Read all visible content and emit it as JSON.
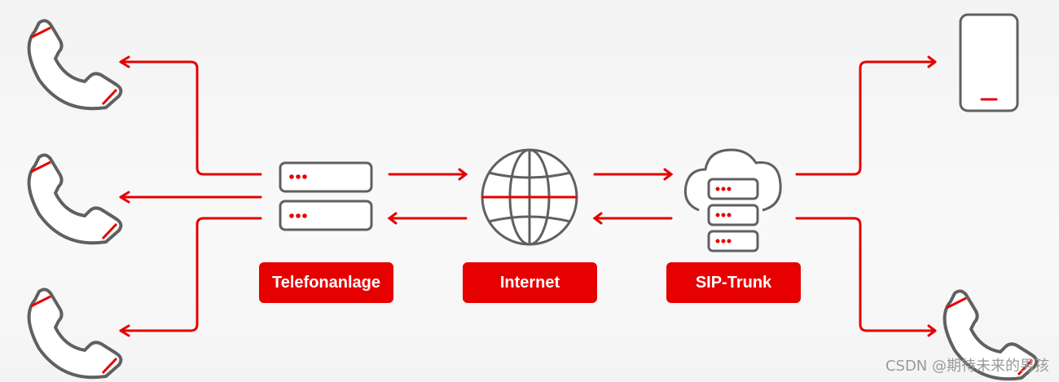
{
  "colors": {
    "accent": "#e60000",
    "stroke": "#606060",
    "background": "#f6f6f6"
  },
  "labels": {
    "pbx": "Telefonanlage",
    "internet": "Internet",
    "sip": "SIP-Trunk"
  },
  "icons": {
    "left_phones": [
      "phone-handset-icon",
      "phone-handset-icon",
      "phone-handset-icon"
    ],
    "pbx": "server-stack-icon",
    "internet": "globe-icon",
    "sip": "cloud-server-icon",
    "right_top": "smartphone-icon",
    "right_bottom": "phone-handset-icon"
  },
  "watermark": "CSDN @期待未来的男孩"
}
